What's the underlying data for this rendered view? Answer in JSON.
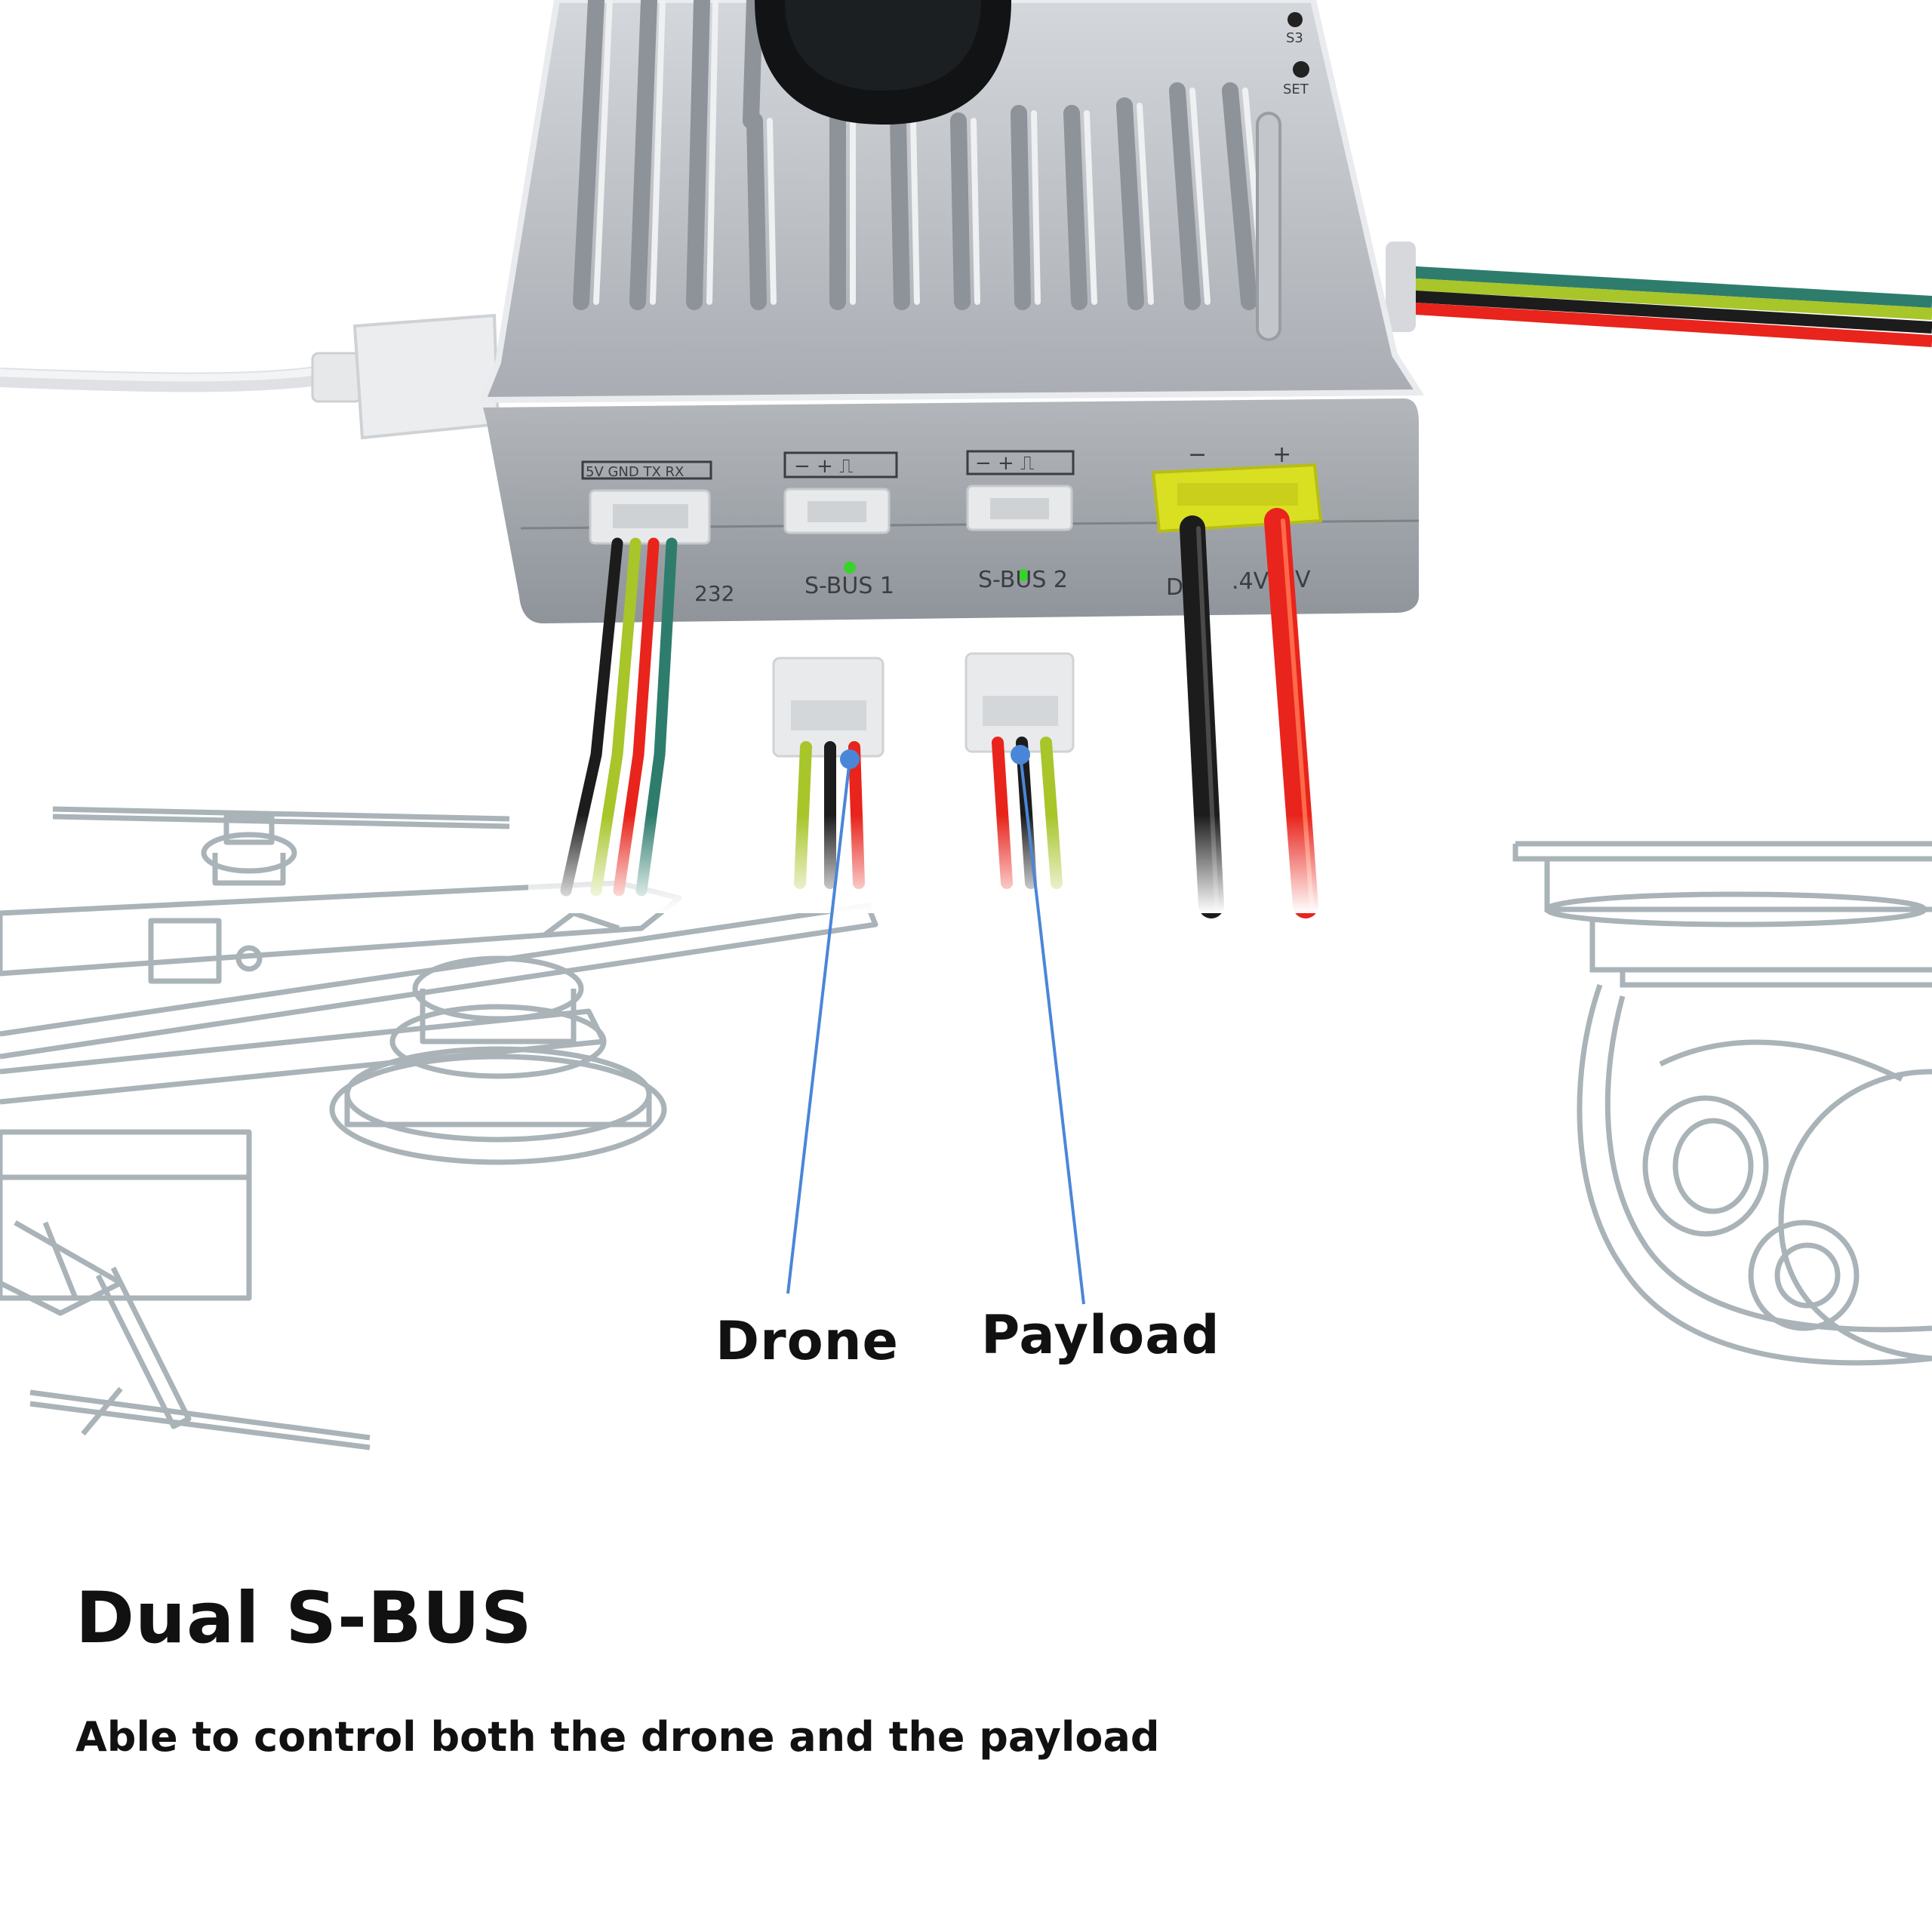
{
  "device": {
    "buttons": {
      "s3": "S3",
      "set": "SET"
    },
    "ports": {
      "uart_pins": "5V GND TX RX",
      "uart_name": "232",
      "sbus_pins": "− + ⎍",
      "sbus1": "S-BUS 1",
      "sbus2": "S-BUS 2",
      "power_minus": "−",
      "power_plus": "+",
      "power_label_a": "D",
      "power_label_b": ".4V",
      "power_label_c": "V"
    }
  },
  "callouts": {
    "drone": "Drone",
    "payload": "Payload"
  },
  "feature": {
    "title": "Dual S-BUS",
    "description": "Able to control both the drone and the payload"
  },
  "colors": {
    "callout_line": "#4a86d8",
    "casing": "#b8bcc2",
    "outline_art": "#a9b3b8",
    "wire_red": "#e8241c",
    "wire_black": "#1c1c1c",
    "wire_lime": "#a8c52a",
    "wire_teal": "#2e7d6c",
    "power_connector": "#d9e022",
    "status_led": "#39d12c"
  },
  "icons": [
    "usb-cable-icon",
    "drone-outline-icon",
    "ptz-camera-outline-icon"
  ]
}
